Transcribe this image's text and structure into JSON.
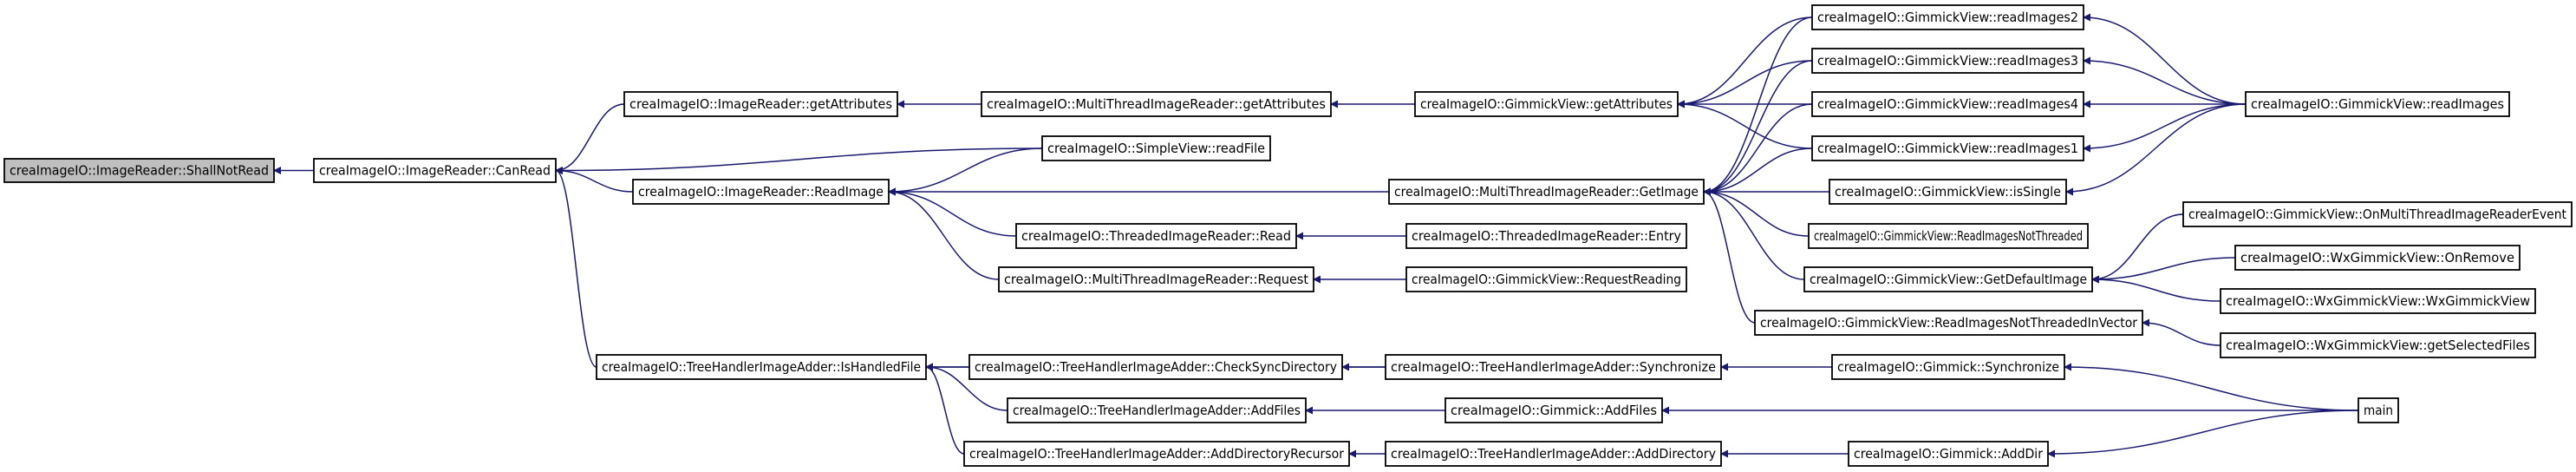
{
  "graph": {
    "type": "call-graph",
    "direction": "caller-graph",
    "root": "n0",
    "nodes": [
      {
        "id": "n0",
        "label": "creaImageIO::ImageReader::ShallNotRead"
      },
      {
        "id": "n1",
        "label": "creaImageIO::ImageReader::CanRead"
      },
      {
        "id": "n2",
        "label": "creaImageIO::ImageReader::getAttributes"
      },
      {
        "id": "n3",
        "label": "creaImageIO::MultiThreadImageReader::getAttributes"
      },
      {
        "id": "n4",
        "label": "creaImageIO::GimmickView::getAttributes"
      },
      {
        "id": "n5",
        "label": "creaImageIO::GimmickView::readImages2"
      },
      {
        "id": "n6",
        "label": "creaImageIO::GimmickView::readImages3"
      },
      {
        "id": "n7",
        "label": "creaImageIO::GimmickView::readImages4"
      },
      {
        "id": "n8",
        "label": "creaImageIO::GimmickView::readImages"
      },
      {
        "id": "n9",
        "label": "creaImageIO::GimmickView::readImages1"
      },
      {
        "id": "n10",
        "label": "creaImageIO::SimpleView::readFile"
      },
      {
        "id": "n11",
        "label": "creaImageIO::ImageReader::ReadImage"
      },
      {
        "id": "n12",
        "label": "creaImageIO::MultiThreadImageReader::GetImage"
      },
      {
        "id": "n13",
        "label": "creaImageIO::GimmickView::isSingle"
      },
      {
        "id": "n14",
        "label": "creaImageIO::ThreadedImageReader::Read"
      },
      {
        "id": "n15",
        "label": "creaImageIO::ThreadedImageReader::Entry"
      },
      {
        "id": "n16",
        "label": "creaImageIO::GimmickView::ReadImagesNotThreaded"
      },
      {
        "id": "n17",
        "label": "creaImageIO::GimmickView::OnMultiThreadImageReaderEvent"
      },
      {
        "id": "n18",
        "label": "creaImageIO::GimmickView::GetDefaultImage"
      },
      {
        "id": "n19",
        "label": "creaImageIO::WxGimmickView::OnRemove"
      },
      {
        "id": "n20",
        "label": "creaImageIO::MultiThreadImageReader::Request"
      },
      {
        "id": "n21",
        "label": "creaImageIO::GimmickView::RequestReading"
      },
      {
        "id": "n22",
        "label": "creaImageIO::WxGimmickView::WxGimmickView"
      },
      {
        "id": "n23",
        "label": "creaImageIO::GimmickView::ReadImagesNotThreadedInVector"
      },
      {
        "id": "n24",
        "label": "creaImageIO::WxGimmickView::getSelectedFiles"
      },
      {
        "id": "n25",
        "label": "creaImageIO::TreeHandlerImageAdder::IsHandledFile"
      },
      {
        "id": "n26",
        "label": "creaImageIO::TreeHandlerImageAdder::CheckSyncDirectory"
      },
      {
        "id": "n27",
        "label": "creaImageIO::TreeHandlerImageAdder::Synchronize"
      },
      {
        "id": "n28",
        "label": "creaImageIO::Gimmick::Synchronize"
      },
      {
        "id": "n29",
        "label": "creaImageIO::TreeHandlerImageAdder::AddFiles"
      },
      {
        "id": "n30",
        "label": "creaImageIO::Gimmick::AddFiles"
      },
      {
        "id": "n31",
        "label": "main"
      },
      {
        "id": "n32",
        "label": "creaImageIO::TreeHandlerImageAdder::AddDirectoryRecursor"
      },
      {
        "id": "n33",
        "label": "creaImageIO::TreeHandlerImageAdder::AddDirectory"
      },
      {
        "id": "n34",
        "label": "creaImageIO::Gimmick::AddDir"
      }
    ],
    "edges": [
      {
        "from": "n1",
        "to": "n0"
      },
      {
        "from": "n2",
        "to": "n1"
      },
      {
        "from": "n10",
        "to": "n1"
      },
      {
        "from": "n11",
        "to": "n1"
      },
      {
        "from": "n25",
        "to": "n1"
      },
      {
        "from": "n3",
        "to": "n2"
      },
      {
        "from": "n4",
        "to": "n3"
      },
      {
        "from": "n5",
        "to": "n4"
      },
      {
        "from": "n6",
        "to": "n4"
      },
      {
        "from": "n7",
        "to": "n4"
      },
      {
        "from": "n9",
        "to": "n4"
      },
      {
        "from": "n8",
        "to": "n5"
      },
      {
        "from": "n8",
        "to": "n6"
      },
      {
        "from": "n8",
        "to": "n7"
      },
      {
        "from": "n8",
        "to": "n9"
      },
      {
        "from": "n8",
        "to": "n13"
      },
      {
        "from": "n10",
        "to": "n11"
      },
      {
        "from": "n12",
        "to": "n11"
      },
      {
        "from": "n14",
        "to": "n11"
      },
      {
        "from": "n20",
        "to": "n11"
      },
      {
        "from": "n5",
        "to": "n12"
      },
      {
        "from": "n6",
        "to": "n12"
      },
      {
        "from": "n7",
        "to": "n12"
      },
      {
        "from": "n9",
        "to": "n12"
      },
      {
        "from": "n13",
        "to": "n12"
      },
      {
        "from": "n16",
        "to": "n12"
      },
      {
        "from": "n18",
        "to": "n12"
      },
      {
        "from": "n23",
        "to": "n12"
      },
      {
        "from": "n15",
        "to": "n14"
      },
      {
        "from": "n17",
        "to": "n18"
      },
      {
        "from": "n19",
        "to": "n18"
      },
      {
        "from": "n22",
        "to": "n18"
      },
      {
        "from": "n21",
        "to": "n20"
      },
      {
        "from": "n24",
        "to": "n23"
      },
      {
        "from": "n26",
        "to": "n25"
      },
      {
        "from": "n27",
        "to": "n25"
      },
      {
        "from": "n29",
        "to": "n25"
      },
      {
        "from": "n32",
        "to": "n25"
      },
      {
        "from": "n27",
        "to": "n26"
      },
      {
        "from": "n28",
        "to": "n27"
      },
      {
        "from": "n31",
        "to": "n28"
      },
      {
        "from": "n30",
        "to": "n29"
      },
      {
        "from": "n31",
        "to": "n30"
      },
      {
        "from": "n33",
        "to": "n32"
      },
      {
        "from": "n34",
        "to": "n33"
      },
      {
        "from": "n31",
        "to": "n34"
      }
    ]
  },
  "colors": {
    "edge": "#191970",
    "node_border": "#000000",
    "root_fill": "#bfbfbf",
    "node_fill": "#ffffff",
    "background": "#ffffff"
  }
}
